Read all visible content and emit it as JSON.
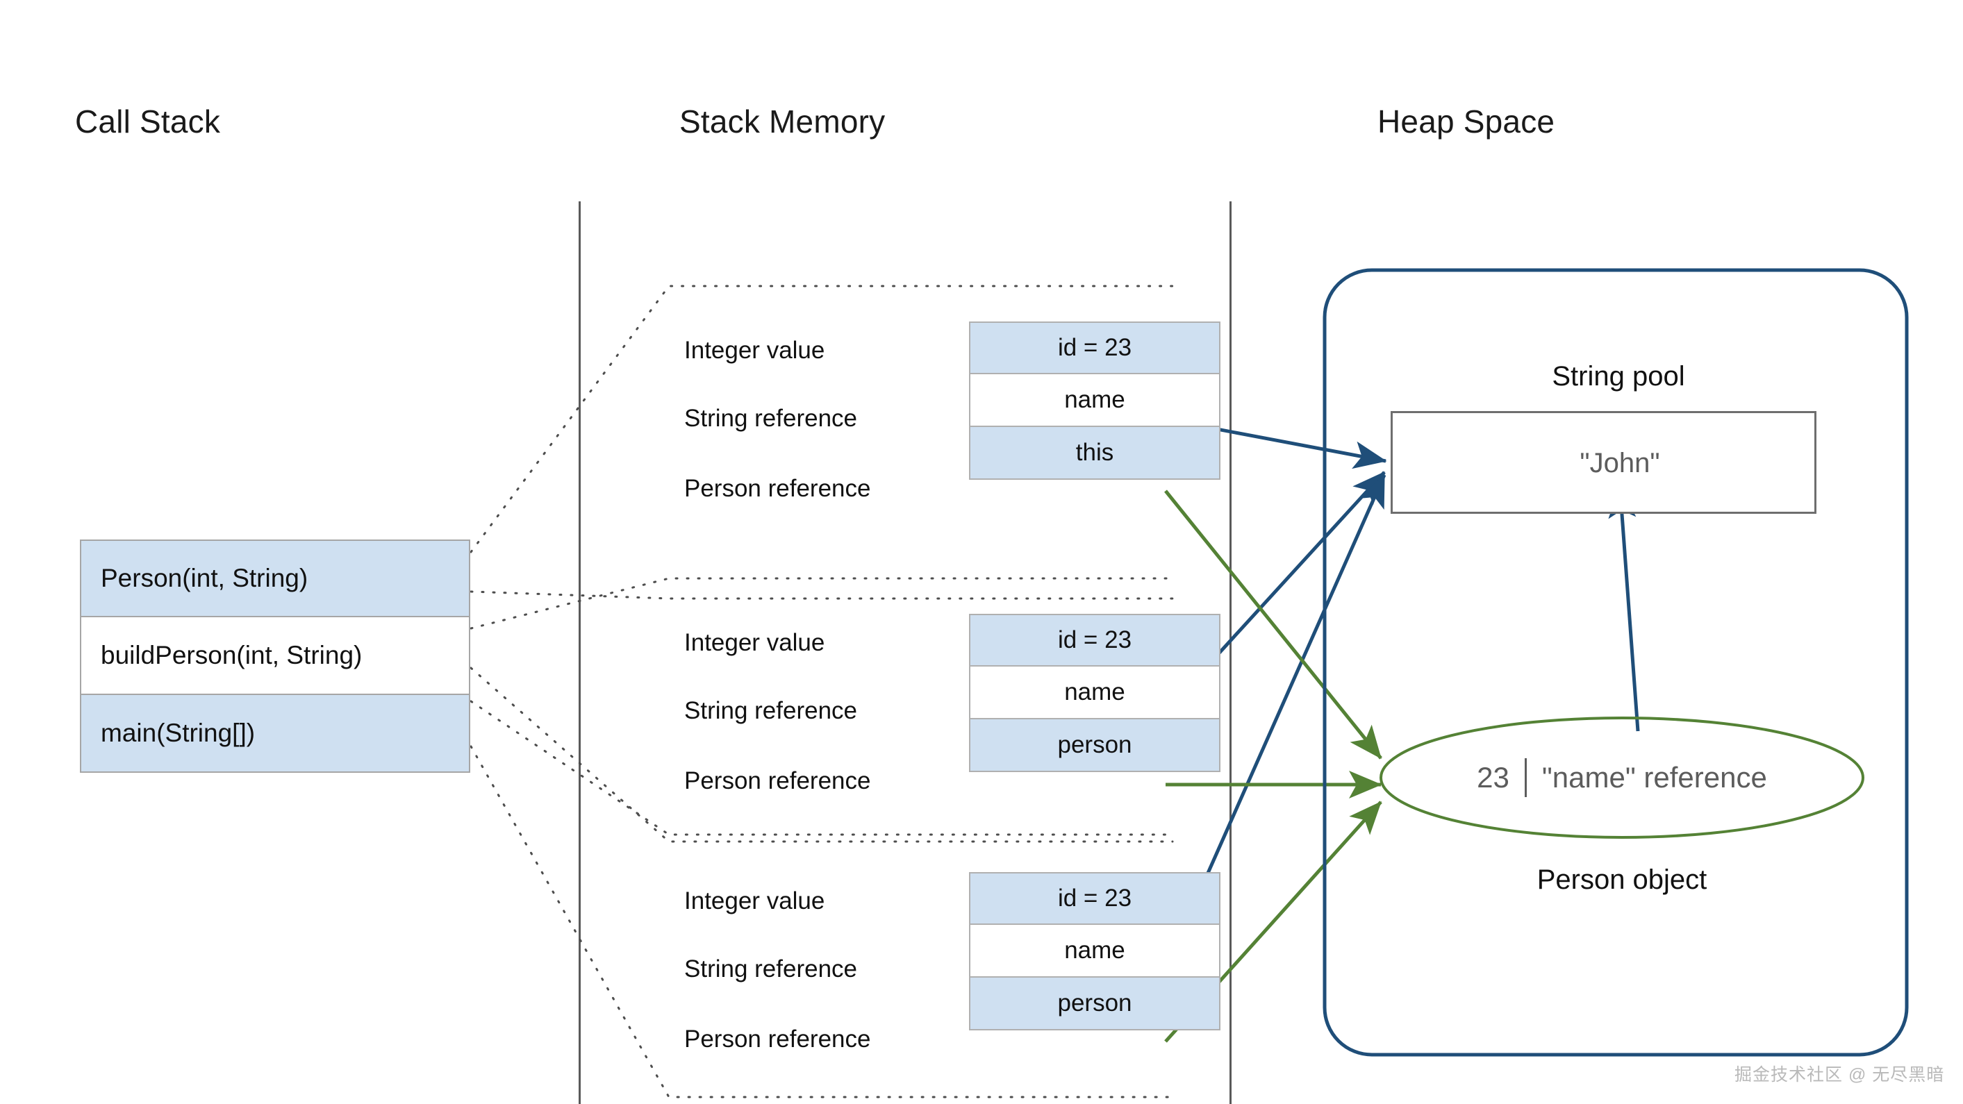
{
  "headings": {
    "call_stack": "Call Stack",
    "stack_memory": "Stack Memory",
    "heap_space": "Heap Space"
  },
  "call_stack": {
    "frames": [
      {
        "label": "Person(int, String)",
        "filled": true
      },
      {
        "label": "buildPerson(int, String)",
        "filled": false
      },
      {
        "label": "main(String[])",
        "filled": true
      }
    ]
  },
  "stack_memory": {
    "row_labels": {
      "integer": "Integer value",
      "string": "String reference",
      "person": "Person reference"
    },
    "frames": [
      {
        "name": "person-constructor-frame",
        "labels": [
          "Integer value",
          "String reference",
          "Person reference"
        ],
        "values": [
          "id = 23",
          "name",
          "this"
        ]
      },
      {
        "name": "build-person-frame",
        "labels": [
          "Integer value",
          "String reference",
          "Person reference"
        ],
        "values": [
          "id = 23",
          "name",
          "person"
        ]
      },
      {
        "name": "main-frame",
        "labels": [
          "Integer value",
          "String reference",
          "Person reference"
        ],
        "values": [
          "id = 23",
          "name",
          "person"
        ]
      }
    ]
  },
  "heap": {
    "string_pool_label": "String pool",
    "string_literal": "\"John\"",
    "person_object_label": "Person object",
    "person_id": "23",
    "person_name_ref": "\"name\" reference"
  },
  "watermark": "掘金技术社区 @ 无尽黑暗",
  "colors": {
    "cell_fill": "#cfe0f1",
    "cell_border": "#b0b0b0",
    "divider": "#5a5a5a",
    "heap_border": "#1f4e79",
    "blue_arrow": "#1f4e79",
    "green_arrow": "#548235",
    "pool_border": "#6e6e6e",
    "text": "#111111",
    "muted_text": "#5c5c5c",
    "watermark": "#b9b9b9"
  }
}
